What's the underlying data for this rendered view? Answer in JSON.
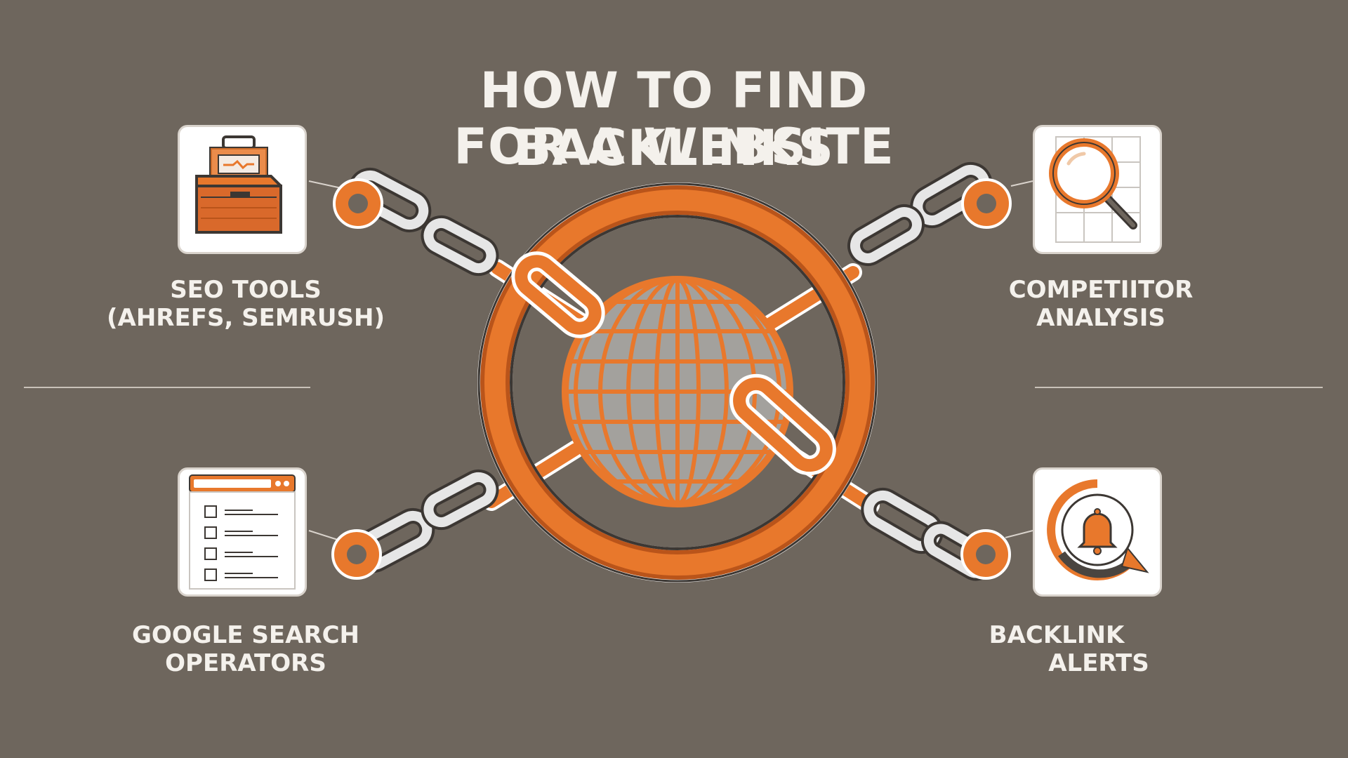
{
  "title": {
    "line1": "HOW TO FIND BACKLINKS",
    "line2": "FOR A WEBSITE"
  },
  "methods": {
    "seo_tools": {
      "line1": "SEO TOOLS",
      "line2": "(AHREFS, SEMRUSH)",
      "icon": "toolbox-icon"
    },
    "competitor": {
      "line1": "COMPETIITOR",
      "line2": "ANALYSIS",
      "icon": "magnifier-icon"
    },
    "google": {
      "line1": "GOOGLE SEARCH",
      "line2": "OPERATORS",
      "icon": "browser-checklist-icon"
    },
    "alerts": {
      "line1": "BACKLINK",
      "line2": "ALERTS",
      "icon": "bell-icon"
    }
  },
  "colors": {
    "background": "#6e665d",
    "accent": "#e8782c",
    "accent_dark": "#b9541a",
    "chain_silver": "#e6e6e6",
    "text": "#f4f1ec"
  }
}
